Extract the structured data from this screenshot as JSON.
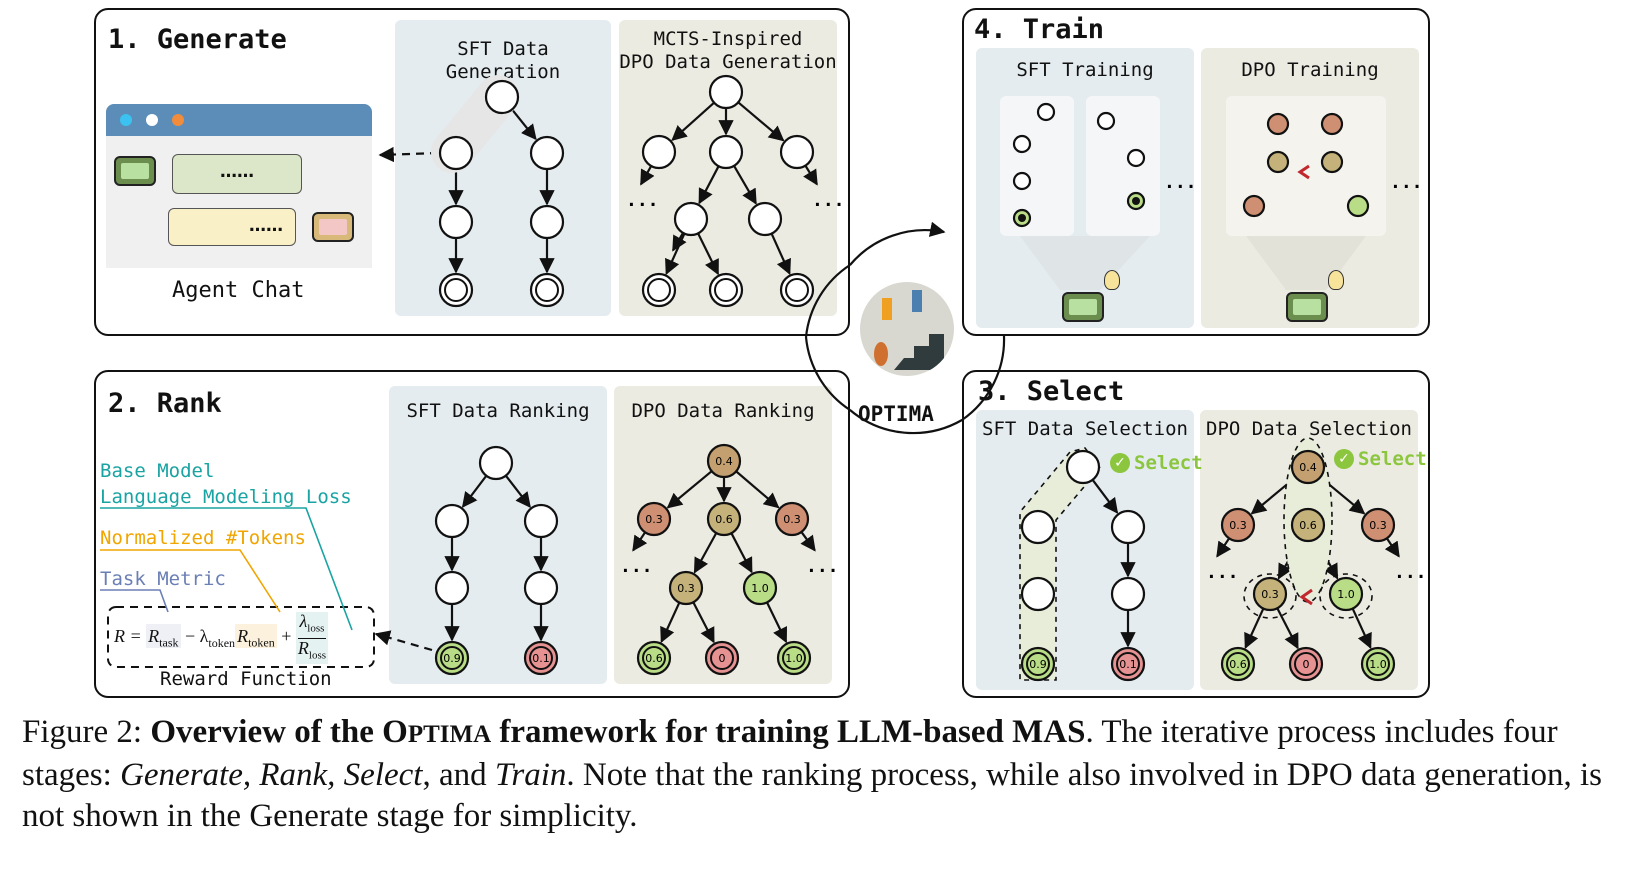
{
  "panels": {
    "generate": {
      "title": "1. Generate",
      "sft_title": "SFT Data Generation",
      "dpo_title_line1": "MCTS-Inspired",
      "dpo_title_line2": "DPO Data Generation",
      "agent_chat_label": "Agent Chat",
      "bubble1_text": "……",
      "bubble2_text": "……",
      "ellipsis": "..."
    },
    "rank": {
      "title": "2. Rank",
      "sft_title": "SFT Data Ranking",
      "dpo_title": "DPO Data Ranking",
      "base_model": "Base Model",
      "lm_loss": "Language Modeling Loss",
      "norm_tokens": "Normalized #Tokens",
      "task_metric": "Task Metric",
      "reward_function": "Reward Function",
      "formula_r": "R = ",
      "formula_rtask": "R",
      "formula_task_sub": "task",
      "formula_minus": " − λ",
      "formula_token_sub": "token",
      "formula_rtoken": "R",
      "formula_plus": " + ",
      "formula_num": "λ",
      "formula_num_sub": "loss",
      "formula_den": "R",
      "formula_den_sub": "loss",
      "sft_leaf_values": [
        "0.9",
        "0.1"
      ],
      "dpo_values": {
        "root": "0.4",
        "level1": [
          "0.3",
          "0.6",
          "0.3"
        ],
        "level2": [
          "0.3",
          "1.0"
        ],
        "leaves": [
          "0.6",
          "0",
          "1.0"
        ]
      },
      "ellipsis": "..."
    },
    "select": {
      "title": "3. Select",
      "sft_title": "SFT Data Selection",
      "dpo_title": "DPO Data Selection",
      "select_label": "Select",
      "sft_leaf_values": [
        "0.9",
        "0.1"
      ],
      "dpo_values": {
        "root": "0.4",
        "level1": [
          "0.3",
          "0.6",
          "0.3"
        ],
        "level2": [
          "0.3",
          "1.0"
        ],
        "leaves": [
          "0.6",
          "0",
          "1.0"
        ]
      },
      "ellipsis": "..."
    },
    "train": {
      "title": "4. Train",
      "sft_title": "SFT Training",
      "dpo_title": "DPO Training",
      "ellipsis": "..."
    }
  },
  "center": {
    "label": "OPTIMA"
  },
  "caption": {
    "figure": "Figure 2: ",
    "bold_a": "Overview of the O",
    "smallcaps": "PTIMA",
    "bold_b": " framework for training LLM-based MAS",
    "rest_a": ". The iterative process includes four stages: ",
    "stages": "Generate, Rank, Select",
    "rest_b": ", and ",
    "stage_train": "Train",
    "rest_c": ". Note that the ranking process, while also involved in DPO data generation, is not shown in the Generate stage for simplicity."
  },
  "colors": {
    "panel_blue": "#e4ecef",
    "panel_beige": "#ecebe2",
    "teal": "#1aa3a3",
    "orange": "#f0a500",
    "slate": "#6b7fb5",
    "green_node": "#a7d36b",
    "red_node": "#e38a8a",
    "select_green": "#8cc63f"
  }
}
